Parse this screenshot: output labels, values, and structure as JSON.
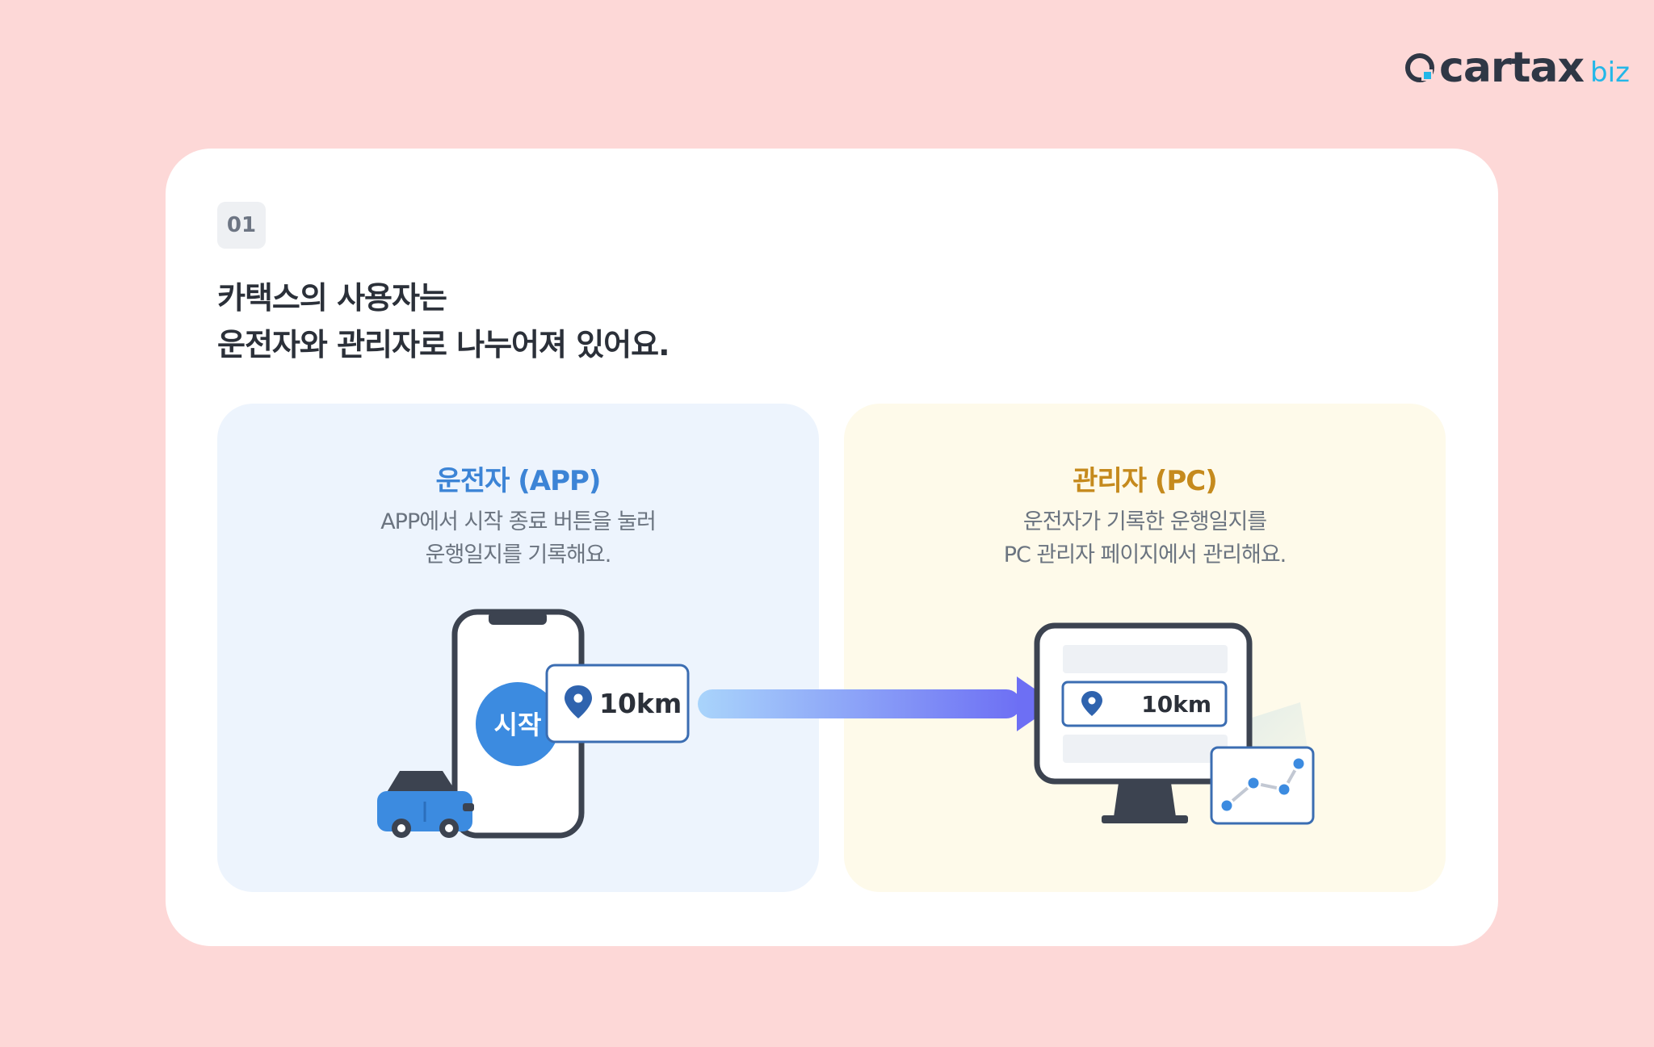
{
  "logo": {
    "word": "cartax",
    "sub": "biz"
  },
  "step": {
    "number": "01"
  },
  "headline": {
    "line1": "카택스의 사용자는",
    "line2": "운전자와 관리자로 나누어져 있어요."
  },
  "driver_panel": {
    "title": "운전자 (APP)",
    "desc_line1": "APP에서 시작 종료 버튼을 눌러",
    "desc_line2": "운행일지를 기록해요.",
    "start_button_label": "시작",
    "distance_label": "10km"
  },
  "admin_panel": {
    "title": "관리자 (PC)",
    "desc_line1": "운전자가 기록한 운행일지를",
    "desc_line2": "PC 관리자 페이지에서 관리해요.",
    "distance_label": "10km"
  },
  "colors": {
    "background": "#fdd8d7",
    "driver_accent": "#3c84d6",
    "admin_accent": "#c58a1d",
    "logo_sub": "#23b7e8"
  }
}
